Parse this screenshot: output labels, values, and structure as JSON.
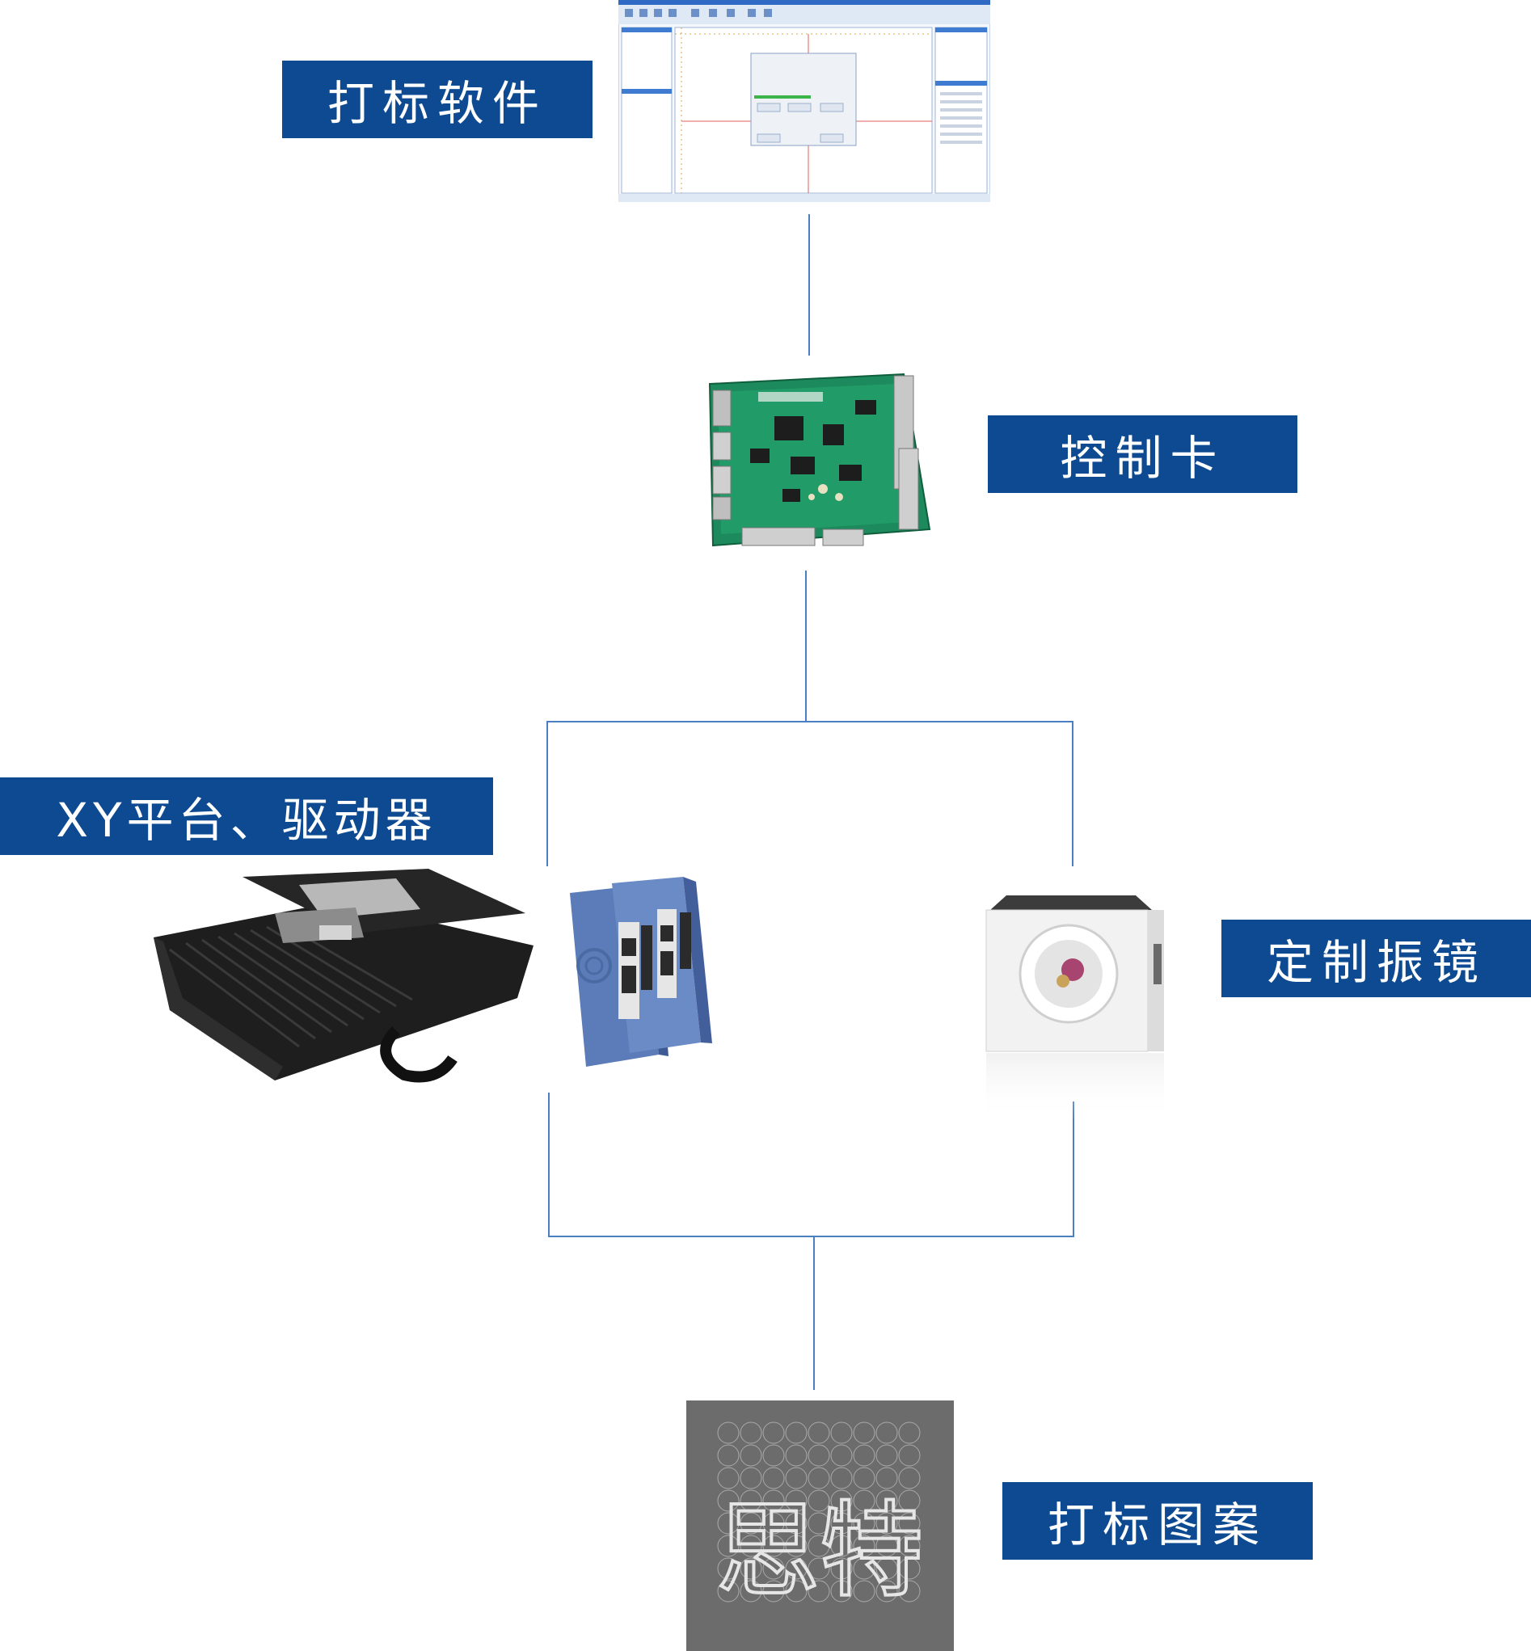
{
  "labels": {
    "software": "打标软件",
    "control_card": "控制卡",
    "xy_platform": "XY平台、驱动器",
    "galvo": "定制振镜",
    "pattern": "打标图案"
  },
  "pattern_text": "思特",
  "colors": {
    "label_bg": "#0d4a91",
    "connector": "#4a7fc1",
    "pcb_green": "#1c8a5c",
    "driver_blue": "#5b7cb8",
    "platform_black": "#1e1e1e",
    "galvo_white": "#f2f2f2",
    "pattern_bg": "#6c6c6c"
  },
  "icons": {
    "software": "software-screenshot-icon",
    "control_card": "pcb-board-icon",
    "platform": "xy-stage-icon",
    "driver": "servo-driver-icon",
    "galvo": "galvo-scanner-icon",
    "pattern": "marked-pattern-icon"
  }
}
